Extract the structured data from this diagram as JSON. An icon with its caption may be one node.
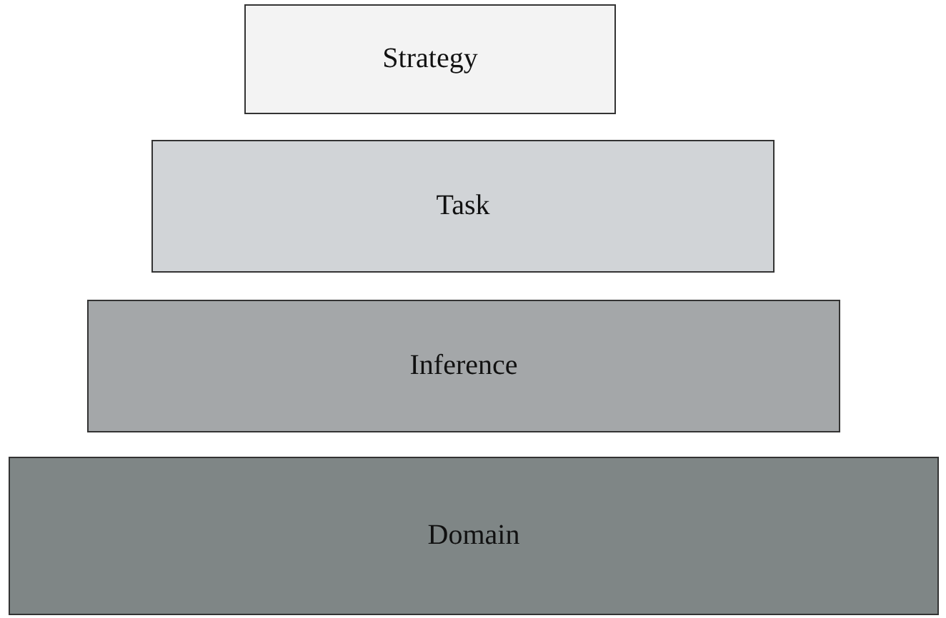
{
  "diagram": {
    "nodes": [
      {
        "text": [
          "Strategy"
        ]
      },
      {
        "text": [
          "Task"
        ]
      },
      {
        "text": [
          "Inference"
        ]
      },
      {
        "text": [
          "Domain"
        ]
      }
    ]
  }
}
